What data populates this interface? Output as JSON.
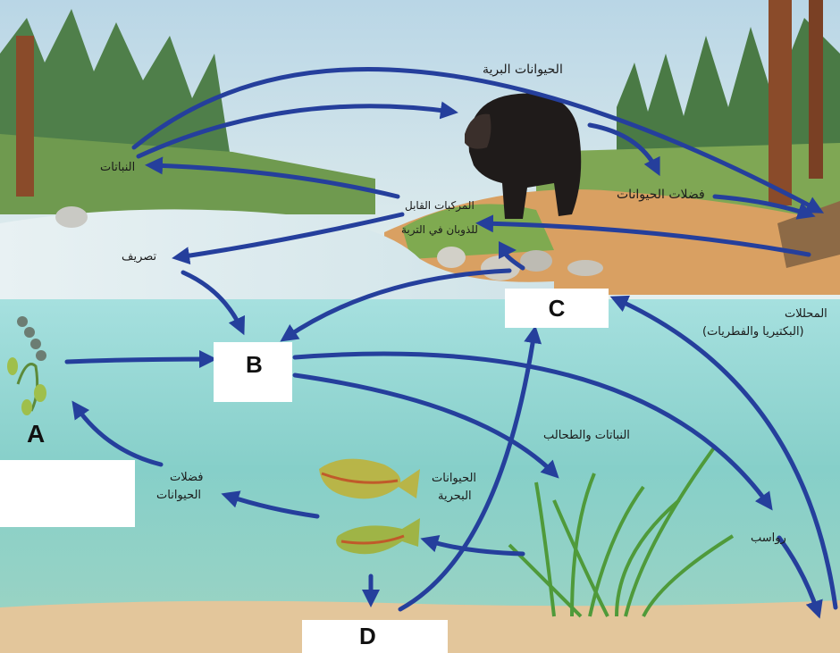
{
  "labels": {
    "land_animals": "الحيوانات البرية",
    "plants": "النباتات",
    "animal_waste_land": "فضلات الحيوانات",
    "soluble_compounds_line1": "المركبات القابل",
    "soluble_compounds_line2": "للذوبان في التربة",
    "runoff": "تصريف",
    "decomposers_line1": "المحللات",
    "decomposers_line2": "(البكتيريا والفطريات)",
    "plants_algae": "النباتات والطحالب",
    "sea_animals_line1": "الحيوانات",
    "sea_animals_line2": "البحرية",
    "animal_waste_water_line1": "فضلات",
    "animal_waste_water_line2": "الحيوانات",
    "sediments": "رواسب"
  },
  "boxes": {
    "b": "B",
    "c": "C",
    "d": "D",
    "blank": ""
  },
  "letters": {
    "a": "A"
  },
  "colors": {
    "arrow": "#253f9c",
    "sky": "#cfe4ee",
    "water": "#8fd3d0",
    "soil": "#e6c79a",
    "forest": "#3d6b3a"
  }
}
